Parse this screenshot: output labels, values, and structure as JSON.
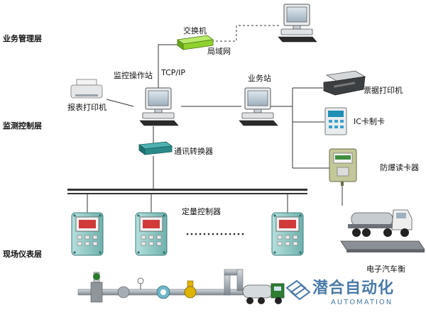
{
  "layers": {
    "business": "业务管理层",
    "monitor": "监测控制层",
    "field": "现场仪表层"
  },
  "nodes": {
    "switch": "交换机",
    "lan": "局域网",
    "tcpip": "TCP/IP",
    "monitor_station": "监控操作站",
    "business_station": "业务站",
    "report_printer": "报表打印机",
    "ticket_printer": "票据打印机",
    "ic_card": "IC卡制卡",
    "ex_reader": "防爆读卡器",
    "comm_converter": "通讯转换器",
    "controller": "定量控制器",
    "truck_scale": "电子汽车衡"
  },
  "watermark": {
    "cn": "潜合自动化",
    "en": "AUTOMATION"
  },
  "colors": {
    "line": "#333333",
    "switch": "#8fd12f",
    "converter": "#2a8a8a",
    "controller": "#8ec9c7",
    "pipe": "#a9b1b8",
    "watermark": "#4a7aa8"
  }
}
